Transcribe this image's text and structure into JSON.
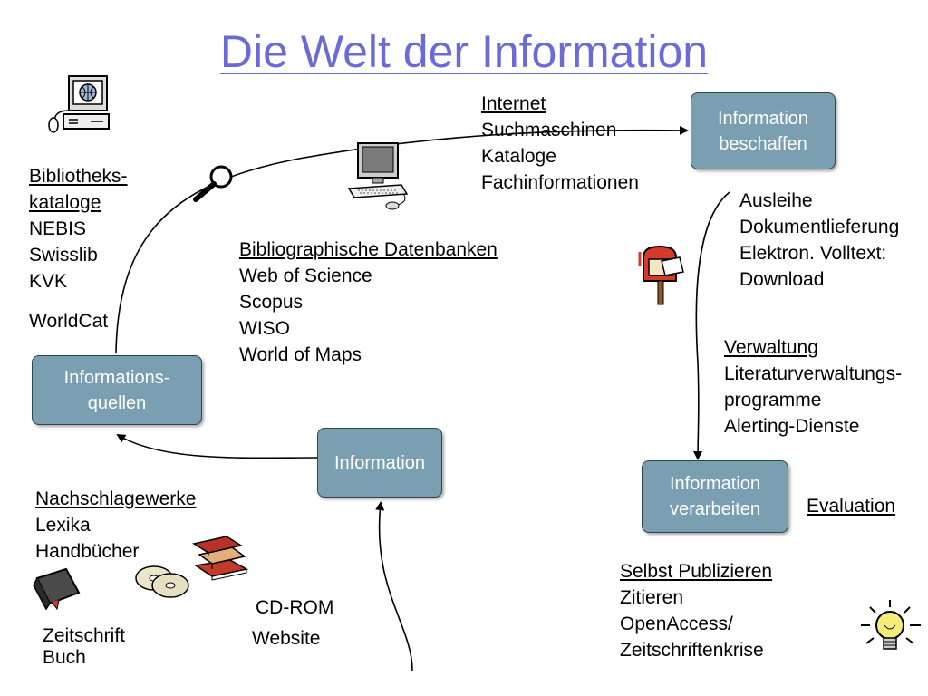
{
  "title": "Die Welt der Information",
  "boxes": {
    "beschaffen": "Information\nbeschaffen",
    "quellen": "Informations-\nquellen",
    "information": "Information",
    "verarbeiten": "Information\nverarbeiten"
  },
  "internet": [
    "Internet",
    "Suchmaschinen",
    "Kataloge",
    "Fachinformationen"
  ],
  "bibliothek": [
    "Bibliotheks-",
    "kataloge",
    "NEBIS",
    "Swisslib",
    "KVK"
  ],
  "worldcat": "WorldCat",
  "datenbanken": [
    "Bibliographische Datenbanken",
    "Web of Science",
    "Scopus",
    "WISO",
    "World of Maps"
  ],
  "ausleihe": [
    "Ausleihe",
    "Dokumentlieferung",
    "Elektron. Volltext:",
    "Download"
  ],
  "verwaltung": [
    "Verwaltung",
    "Literaturverwaltungs-",
    "programme",
    "Alerting-Dienste"
  ],
  "evaluation": "Evaluation",
  "nachschlage": [
    "Nachschlagewerke",
    "Lexika",
    "Handbücher"
  ],
  "cdrom": "CD-ROM",
  "website": "Website",
  "zeitschrift": [
    "Zeitschrift",
    "Buch"
  ],
  "publizieren": [
    "Selbst Publizieren",
    "Zitieren",
    "OpenAccess/",
    "Zeitschriftenkrise"
  ],
  "icons": [
    "computer-globe-icon",
    "magnifier-icon",
    "desktop-computer-icon",
    "mailbox-icon",
    "book-icon",
    "cd-icon",
    "books-stack-icon",
    "lightbulb-icon"
  ]
}
